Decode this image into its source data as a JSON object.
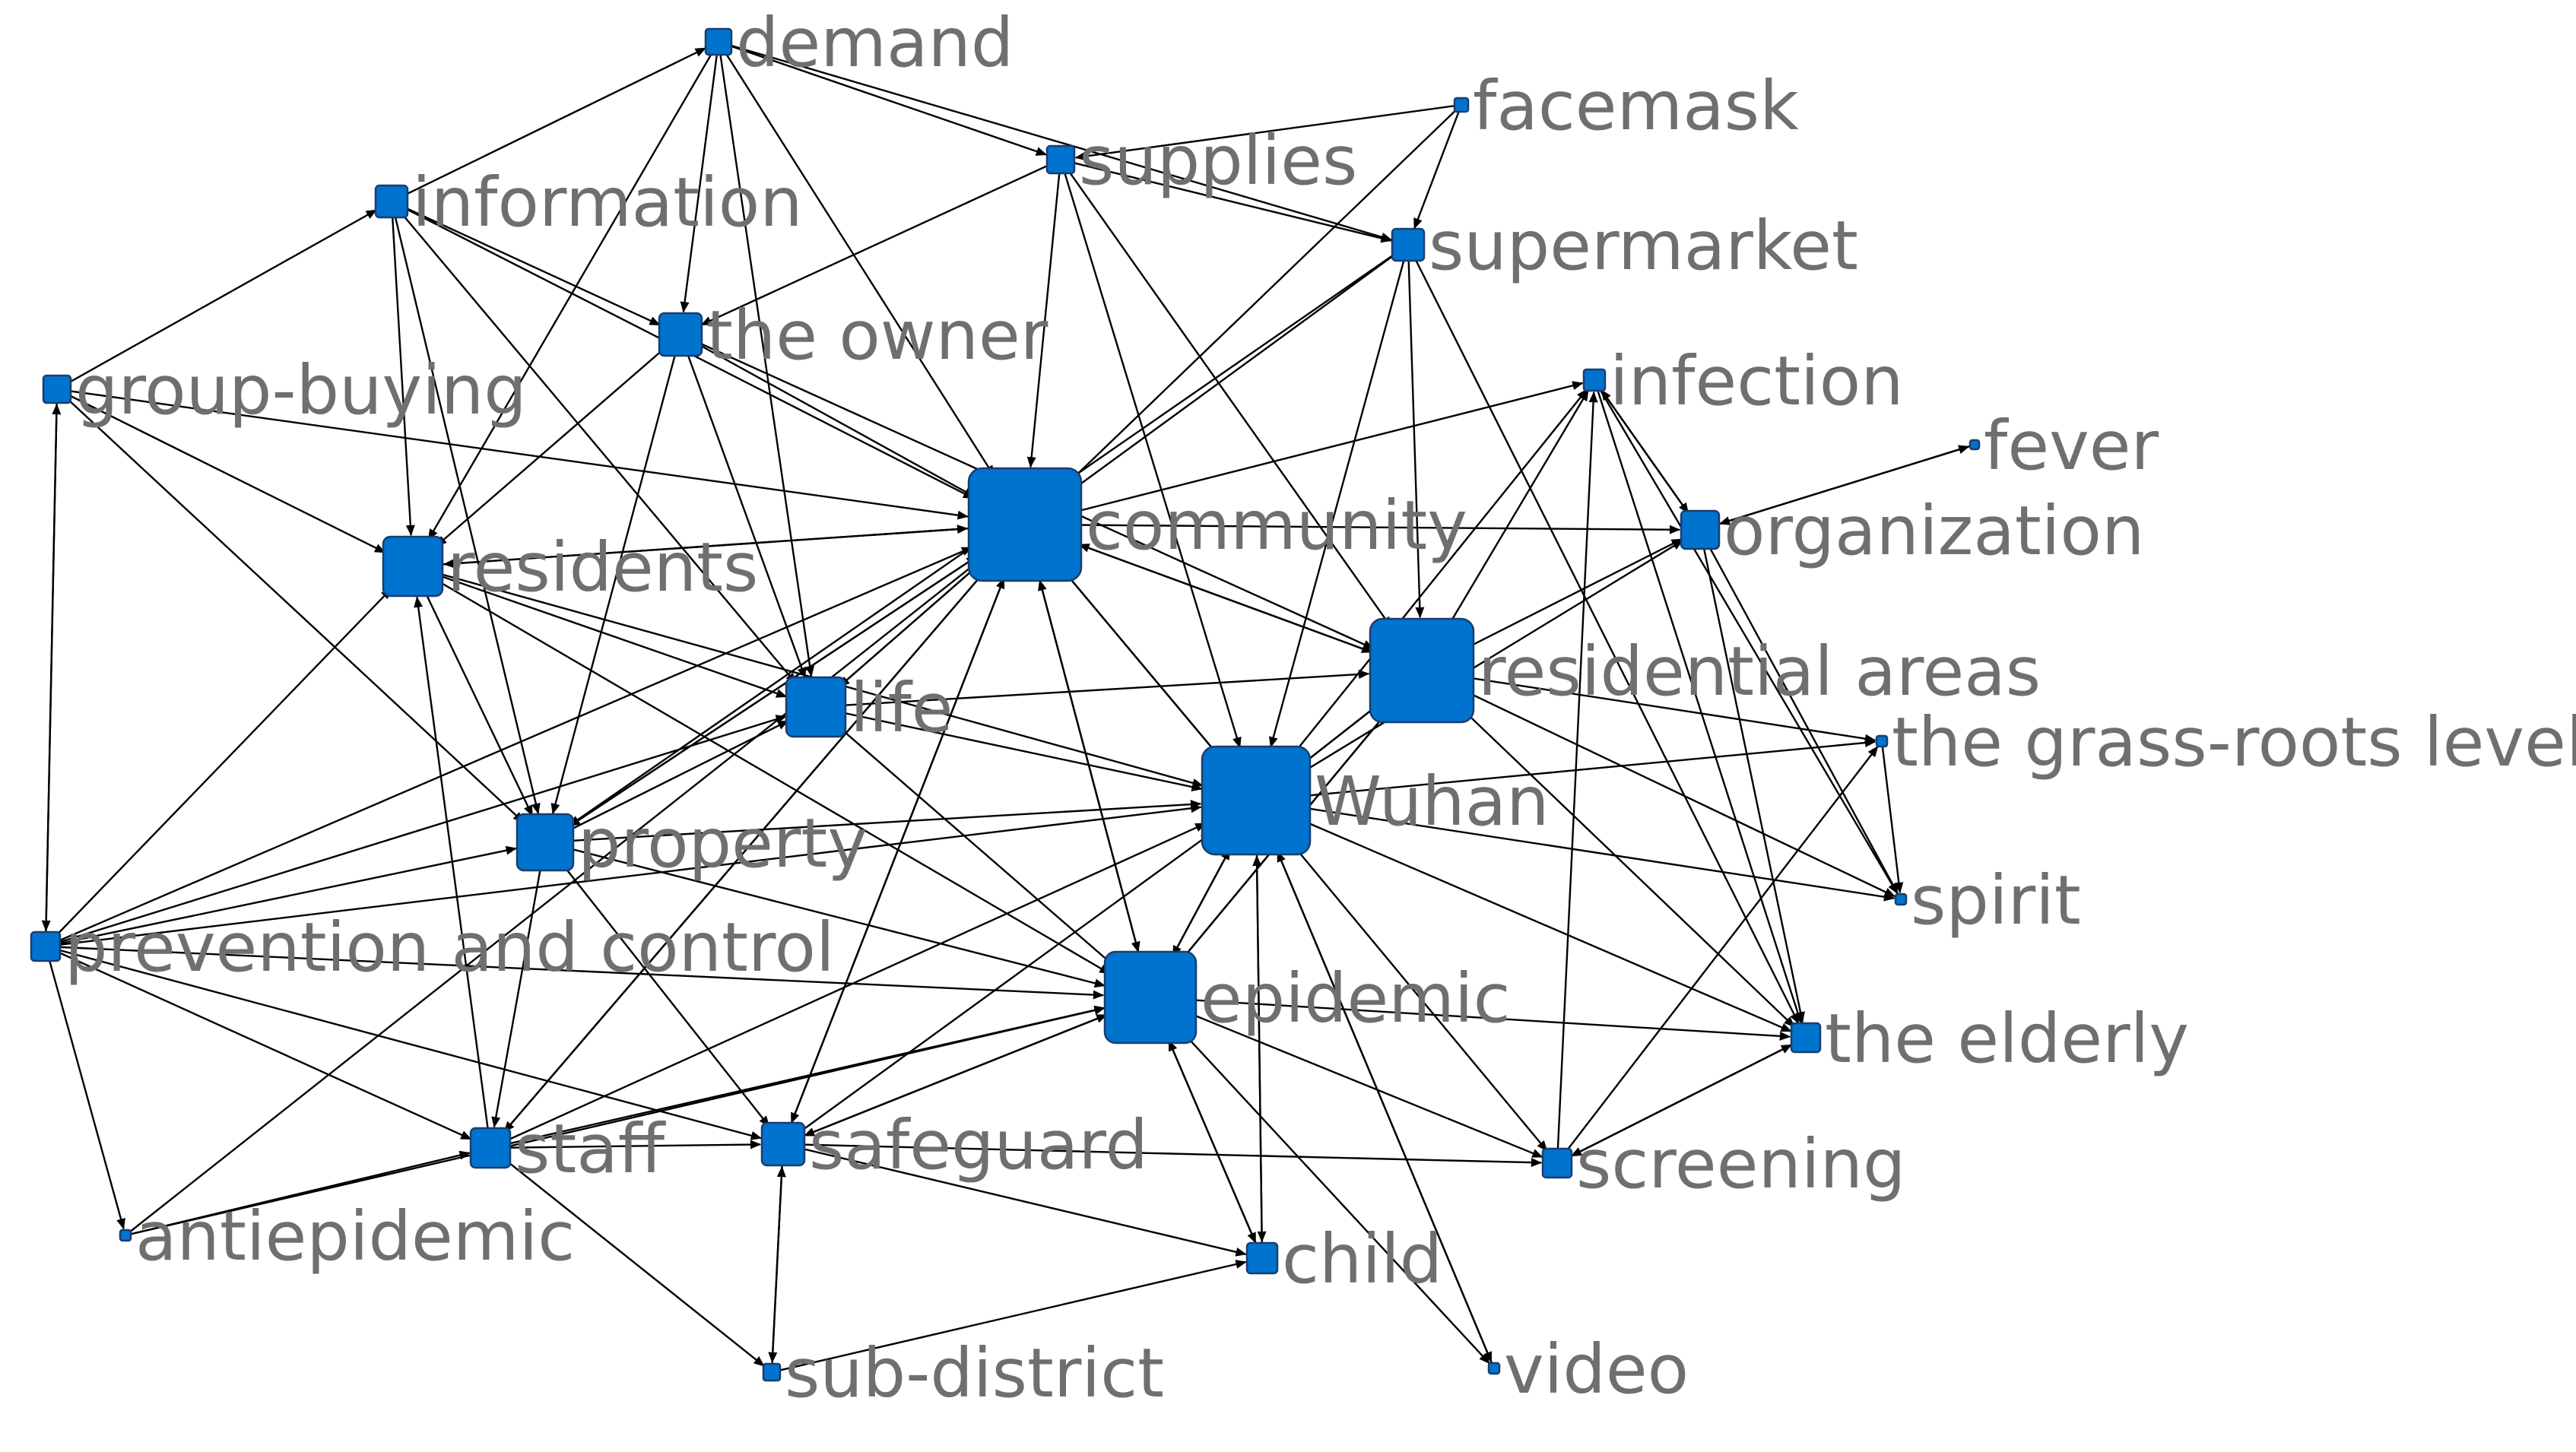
{
  "colors": {
    "node": "#0073cf",
    "node_border": "#1a3d6e",
    "edge": "#000000",
    "label": "#6f6f6f"
  },
  "nodes": [
    {
      "id": "demand",
      "label": "demand",
      "weight": 2
    },
    {
      "id": "facemask",
      "label": "facemask",
      "weight": 1
    },
    {
      "id": "supplies",
      "label": "supplies",
      "weight": 2
    },
    {
      "id": "information",
      "label": "information",
      "weight": 2
    },
    {
      "id": "supermarket",
      "label": "supermarket",
      "weight": 2
    },
    {
      "id": "the-owner",
      "label": "the owner",
      "weight": 3
    },
    {
      "id": "infection",
      "label": "infection",
      "weight": 1
    },
    {
      "id": "group-buying",
      "label": "group-buying",
      "weight": 2
    },
    {
      "id": "fever",
      "label": "fever",
      "weight": 1
    },
    {
      "id": "community",
      "label": "community",
      "weight": 8
    },
    {
      "id": "organization",
      "label": "organization",
      "weight": 3
    },
    {
      "id": "residents",
      "label": "residents",
      "weight": 4
    },
    {
      "id": "residential-areas",
      "label": "residential areas",
      "weight": 7
    },
    {
      "id": "life",
      "label": "life",
      "weight": 4
    },
    {
      "id": "grass-roots",
      "label": "the grass-roots level",
      "weight": 1
    },
    {
      "id": "wuhan",
      "label": "Wuhan",
      "weight": 7
    },
    {
      "id": "property",
      "label": "property",
      "weight": 4
    },
    {
      "id": "spirit",
      "label": "spirit",
      "weight": 1
    },
    {
      "id": "prevention",
      "label": "prevention and control",
      "weight": 2
    },
    {
      "id": "epidemic",
      "label": "epidemic",
      "weight": 6
    },
    {
      "id": "the-elderly",
      "label": "the elderly",
      "weight": 2
    },
    {
      "id": "staff",
      "label": "staff",
      "weight": 3
    },
    {
      "id": "safeguard",
      "label": "safeguard",
      "weight": 3
    },
    {
      "id": "screening",
      "label": "screening",
      "weight": 2
    },
    {
      "id": "antiepidemic",
      "label": "antiepidemic",
      "weight": 1
    },
    {
      "id": "child",
      "label": "child",
      "weight": 2
    },
    {
      "id": "sub-district",
      "label": "sub-district",
      "weight": 1
    },
    {
      "id": "video",
      "label": "video",
      "weight": 1
    }
  ],
  "edges": [
    [
      "information",
      "demand"
    ],
    [
      "group-buying",
      "information"
    ],
    [
      "group-buying",
      "prevention"
    ],
    [
      "prevention",
      "group-buying"
    ],
    [
      "group-buying",
      "residents"
    ],
    [
      "group-buying",
      "property"
    ],
    [
      "group-buying",
      "community"
    ],
    [
      "demand",
      "the-owner"
    ],
    [
      "demand",
      "supplies"
    ],
    [
      "demand",
      "community"
    ],
    [
      "demand",
      "supermarket"
    ],
    [
      "demand",
      "residents"
    ],
    [
      "demand",
      "life"
    ],
    [
      "information",
      "residents"
    ],
    [
      "information",
      "the-owner"
    ],
    [
      "information",
      "life"
    ],
    [
      "information",
      "community"
    ],
    [
      "information",
      "property"
    ],
    [
      "supplies",
      "supermarket"
    ],
    [
      "supplies",
      "community"
    ],
    [
      "supplies",
      "wuhan"
    ],
    [
      "supplies",
      "residential-areas"
    ],
    [
      "supplies",
      "the-owner"
    ],
    [
      "facemask",
      "supplies"
    ],
    [
      "facemask",
      "supermarket"
    ],
    [
      "facemask",
      "community"
    ],
    [
      "supermarket",
      "community"
    ],
    [
      "supermarket",
      "residential-areas"
    ],
    [
      "supermarket",
      "wuhan"
    ],
    [
      "supermarket",
      "property"
    ],
    [
      "supermarket",
      "the-elderly"
    ],
    [
      "the-owner",
      "community"
    ],
    [
      "the-owner",
      "life"
    ],
    [
      "the-owner",
      "property"
    ],
    [
      "the-owner",
      "residents"
    ],
    [
      "the-owner",
      "residential-areas"
    ],
    [
      "residents",
      "community"
    ],
    [
      "residents",
      "life"
    ],
    [
      "residents",
      "property"
    ],
    [
      "residents",
      "wuhan"
    ],
    [
      "residents",
      "epidemic"
    ],
    [
      "community",
      "residential-areas"
    ],
    [
      "community",
      "wuhan"
    ],
    [
      "community",
      "epidemic"
    ],
    [
      "community",
      "organization"
    ],
    [
      "community",
      "life"
    ],
    [
      "community",
      "property"
    ],
    [
      "community",
      "staff"
    ],
    [
      "community",
      "safeguard"
    ],
    [
      "community",
      "residents"
    ],
    [
      "community",
      "infection"
    ],
    [
      "residential-areas",
      "organization"
    ],
    [
      "residential-areas",
      "wuhan"
    ],
    [
      "residential-areas",
      "epidemic"
    ],
    [
      "residential-areas",
      "community"
    ],
    [
      "residential-areas",
      "grass-roots"
    ],
    [
      "residential-areas",
      "spirit"
    ],
    [
      "residential-areas",
      "the-elderly"
    ],
    [
      "residential-areas",
      "infection"
    ],
    [
      "wuhan",
      "epidemic"
    ],
    [
      "wuhan",
      "community"
    ],
    [
      "wuhan",
      "residential-areas"
    ],
    [
      "wuhan",
      "grass-roots"
    ],
    [
      "wuhan",
      "spirit"
    ],
    [
      "wuhan",
      "the-elderly"
    ],
    [
      "wuhan",
      "screening"
    ],
    [
      "wuhan",
      "child"
    ],
    [
      "wuhan",
      "video"
    ],
    [
      "wuhan",
      "organization"
    ],
    [
      "wuhan",
      "infection"
    ],
    [
      "epidemic",
      "wuhan"
    ],
    [
      "epidemic",
      "community"
    ],
    [
      "epidemic",
      "child"
    ],
    [
      "epidemic",
      "screening"
    ],
    [
      "epidemic",
      "the-elderly"
    ],
    [
      "epidemic",
      "video"
    ],
    [
      "epidemic",
      "safeguard"
    ],
    [
      "epidemic",
      "residential-areas"
    ],
    [
      "life",
      "wuhan"
    ],
    [
      "life",
      "epidemic"
    ],
    [
      "life",
      "community"
    ],
    [
      "life",
      "residential-areas"
    ],
    [
      "property",
      "life"
    ],
    [
      "property",
      "community"
    ],
    [
      "property",
      "wuhan"
    ],
    [
      "property",
      "staff"
    ],
    [
      "property",
      "epidemic"
    ],
    [
      "property",
      "safeguard"
    ],
    [
      "prevention",
      "residents"
    ],
    [
      "prevention",
      "community"
    ],
    [
      "prevention",
      "property"
    ],
    [
      "prevention",
      "staff"
    ],
    [
      "prevention",
      "antiepidemic"
    ],
    [
      "prevention",
      "epidemic"
    ],
    [
      "prevention",
      "wuhan"
    ],
    [
      "prevention",
      "safeguard"
    ],
    [
      "prevention",
      "life"
    ],
    [
      "staff",
      "community"
    ],
    [
      "staff",
      "safeguard"
    ],
    [
      "staff",
      "sub-district"
    ],
    [
      "staff",
      "residents"
    ],
    [
      "staff",
      "epidemic"
    ],
    [
      "staff",
      "wuhan"
    ],
    [
      "safeguard",
      "screening"
    ],
    [
      "safeguard",
      "child"
    ],
    [
      "safeguard",
      "sub-district"
    ],
    [
      "safeguard",
      "community"
    ],
    [
      "safeguard",
      "wuhan"
    ],
    [
      "safeguard",
      "epidemic"
    ],
    [
      "antiepidemic",
      "staff"
    ],
    [
      "antiepidemic",
      "epidemic"
    ],
    [
      "antiepidemic",
      "community"
    ],
    [
      "child",
      "epidemic"
    ],
    [
      "child",
      "wuhan"
    ],
    [
      "sub-district",
      "child"
    ],
    [
      "sub-district",
      "safeguard"
    ],
    [
      "screening",
      "infection"
    ],
    [
      "screening",
      "the-elderly"
    ],
    [
      "screening",
      "grass-roots"
    ],
    [
      "organization",
      "infection"
    ],
    [
      "organization",
      "the-elderly"
    ],
    [
      "organization",
      "spirit"
    ],
    [
      "fever",
      "organization"
    ],
    [
      "organization",
      "fever"
    ],
    [
      "infection",
      "organization"
    ],
    [
      "infection",
      "the-elderly"
    ],
    [
      "infection",
      "spirit"
    ],
    [
      "the-elderly",
      "screening"
    ],
    [
      "video",
      "wuhan"
    ],
    [
      "grass-roots",
      "spirit"
    ]
  ]
}
